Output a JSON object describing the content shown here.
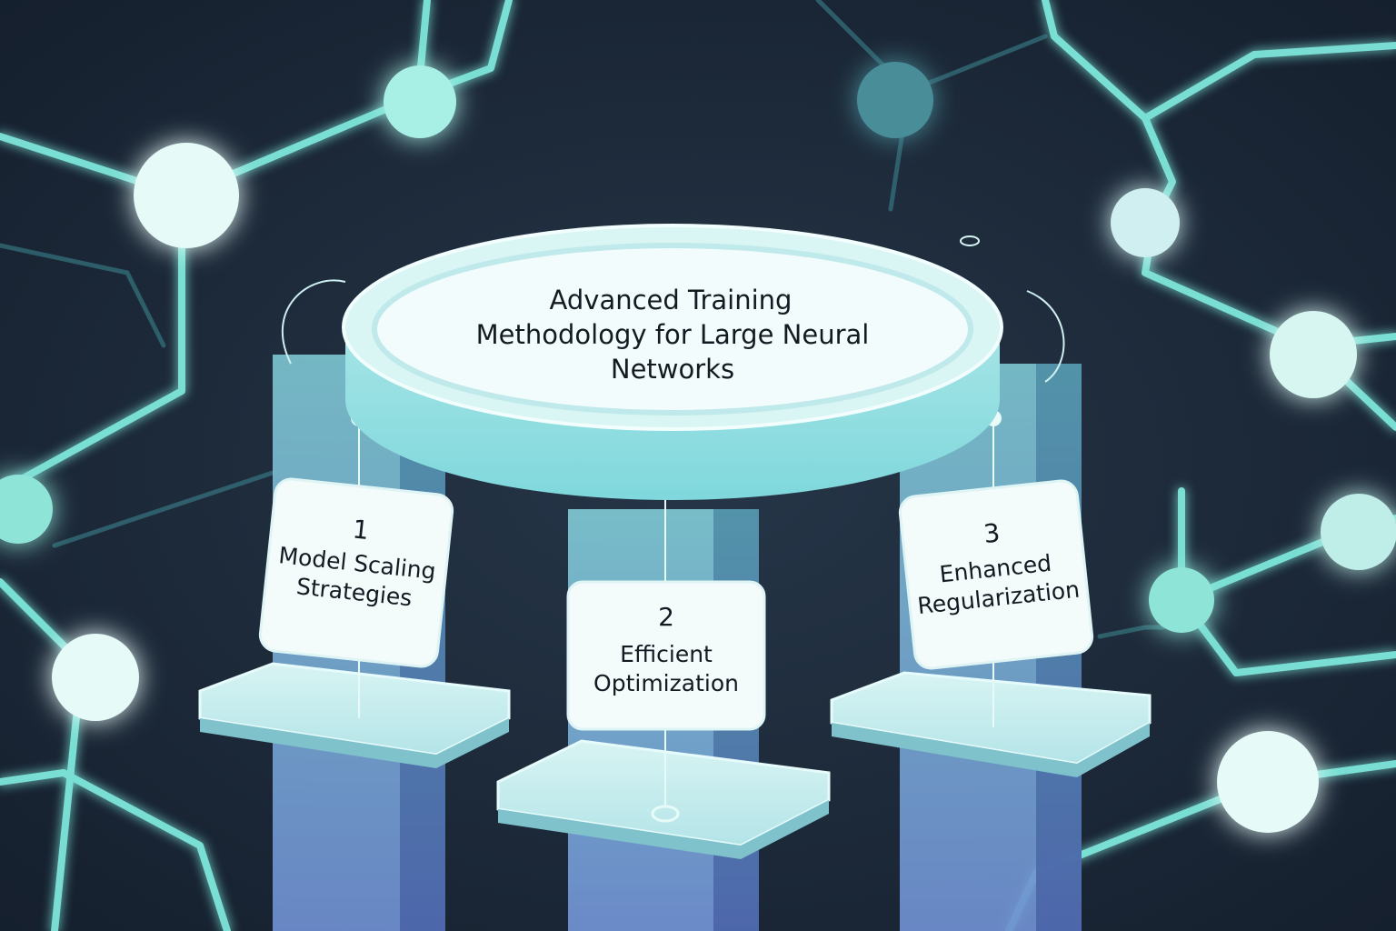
{
  "diagram": {
    "title_lines": [
      "Advanced Training",
      "Methodology for Large Neural",
      "Networks"
    ],
    "cards": [
      {
        "number": "1",
        "lines": [
          "Model Scaling",
          "Strategies"
        ]
      },
      {
        "number": "2",
        "lines": [
          "Efficient",
          "Optimization"
        ]
      },
      {
        "number": "3",
        "lines": [
          "Enhanced",
          "Regularization"
        ]
      }
    ]
  },
  "colors": {
    "background": "#1a2636",
    "glow_line": "#7fe8dc",
    "node": "#e6fbf8",
    "pillar": "#6fb3c4",
    "platform": "#c9eef0",
    "card": "#f4fbfb",
    "text": "#141a22"
  }
}
